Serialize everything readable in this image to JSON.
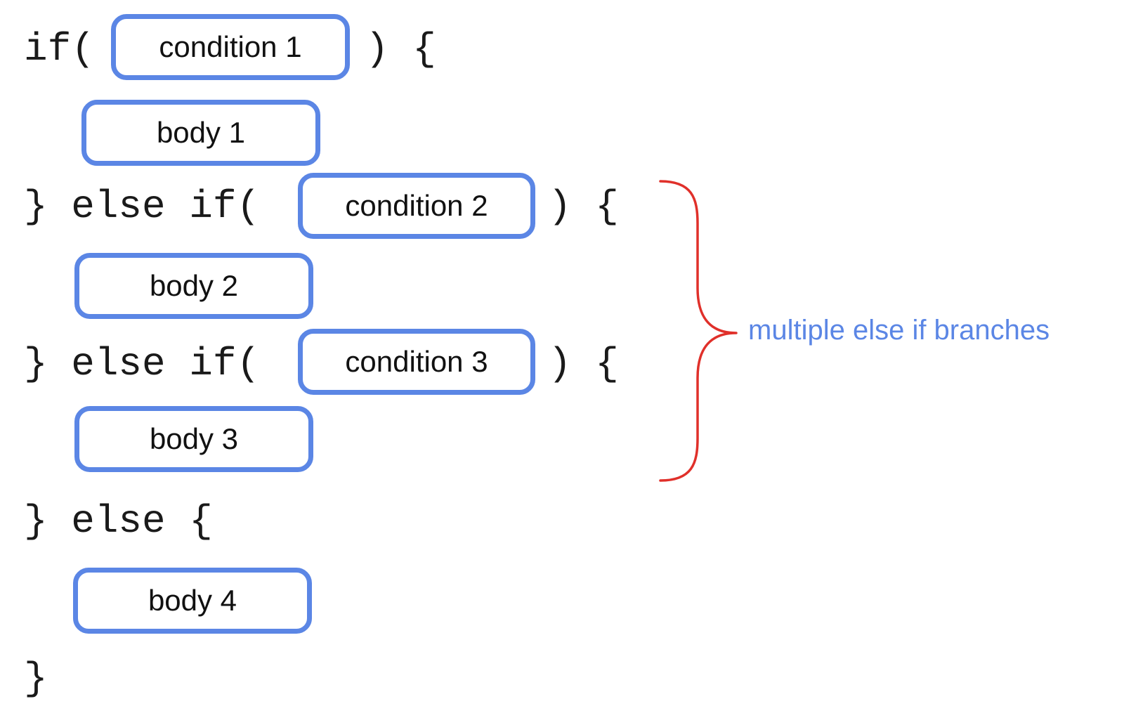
{
  "lines": {
    "if_open": "if(",
    "if_close": ") {",
    "else_if_1_open": "} else if(",
    "else_if_1_close": ") {",
    "else_if_2_open": "} else if(",
    "else_if_2_close": ") {",
    "else_open": "} else {",
    "final_close": "}"
  },
  "boxes": {
    "condition_1": "condition 1",
    "body_1": "body 1",
    "condition_2": "condition 2",
    "body_2": "body 2",
    "condition_3": "condition 3",
    "body_3": "body 3",
    "body_4": "body 4"
  },
  "annotation": {
    "text": "multiple else if branches",
    "brace_color": "#e0302a",
    "text_color": "#5b86e5"
  },
  "colors": {
    "box_border": "#5b86e5",
    "code_text": "#1a1a1a"
  }
}
